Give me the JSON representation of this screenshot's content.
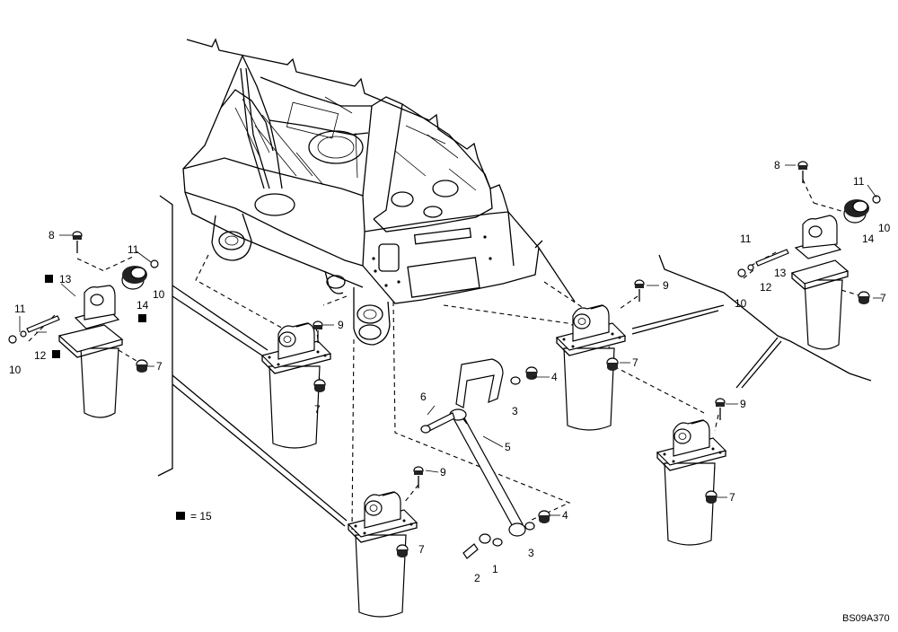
{
  "diagram_code": "BS09A370",
  "legend": {
    "symbol": "■",
    "text": "= 15"
  },
  "callouts": [
    "1",
    "2",
    "3",
    "4",
    "5",
    "6",
    "7",
    "8",
    "9",
    "10",
    "11",
    "12",
    "13",
    "14"
  ],
  "parts": {
    "mount_left": [
      "8",
      "11",
      "10",
      "13",
      "14",
      "11",
      "10",
      "12",
      "7"
    ],
    "mount_right": [
      "8",
      "11",
      "10",
      "14",
      "11",
      "10",
      "12",
      "13",
      "7"
    ]
  }
}
